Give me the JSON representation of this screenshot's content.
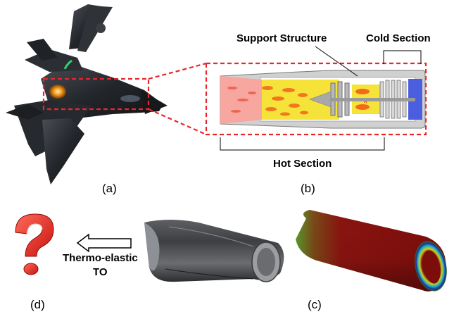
{
  "labels": {
    "support_structure": "Support Structure",
    "cold_section": "Cold Section",
    "hot_section": "Hot Section",
    "thermo_elastic_line1": "Thermo-elastic",
    "thermo_elastic_line2": "TO"
  },
  "panels": {
    "a": "(a)",
    "b": "(b)",
    "c": "(c)",
    "d": "(d)"
  },
  "colors": {
    "callout_dash": "#e8262b",
    "hot_core": "#f7a6a0",
    "combustor": "#f6e33a",
    "cold_fan": "#4c5ee0",
    "casing": "#c8c8c8"
  },
  "icons": [
    "fighter-jet-image",
    "turbofan-engine-cutaway",
    "question-mark-icon",
    "left-arrow-icon",
    "nozzle-liner-cad",
    "temperature-field-cylinder"
  ]
}
